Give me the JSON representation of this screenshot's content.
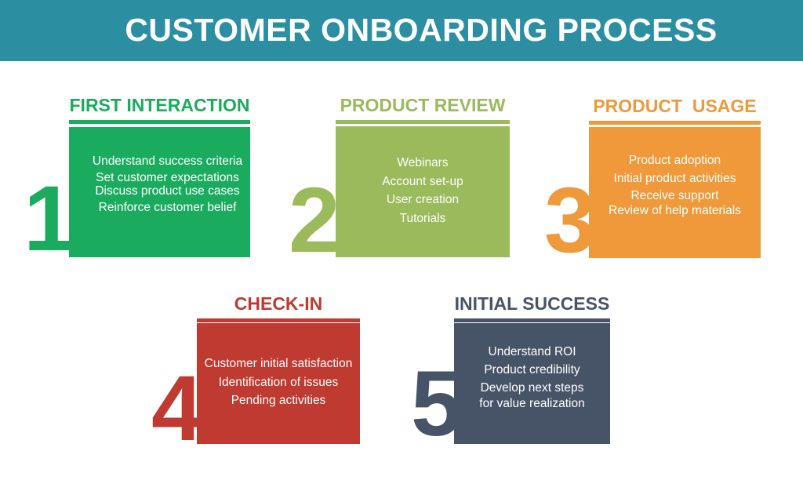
{
  "header": {
    "title": "CUSTOMER ONBOARDING PROCESS",
    "color": "#2c8ea1"
  },
  "steps": [
    {
      "number": "1",
      "title": "FIRST INTERACTION",
      "color": "#1bab5e",
      "items": [
        "Understand success criteria",
        "Set customer expectations",
        "Discuss product use cases",
        "Reinforce customer belief"
      ]
    },
    {
      "number": "2",
      "title": "PRODUCT REVIEW",
      "color": "#9aba5b",
      "items": [
        "Webinars",
        "Account set-up",
        "User creation",
        "Tutorials"
      ]
    },
    {
      "number": "3",
      "title": "PRODUCT  USAGE",
      "color": "#ef993b",
      "items": [
        "Product adoption",
        "Initial product activities",
        "Receive support",
        "Review of help materials"
      ]
    },
    {
      "number": "4",
      "title": "CHECK-IN",
      "color": "#bf3a30",
      "items": [
        "Customer initial satisfaction",
        "Identification of issues",
        "Pending activities"
      ]
    },
    {
      "number": "5",
      "title": "INITIAL SUCCESS",
      "color": "#475468",
      "items": [
        "Understand ROI",
        "Product credibility",
        "Develop next steps",
        "for value realization"
      ]
    }
  ]
}
